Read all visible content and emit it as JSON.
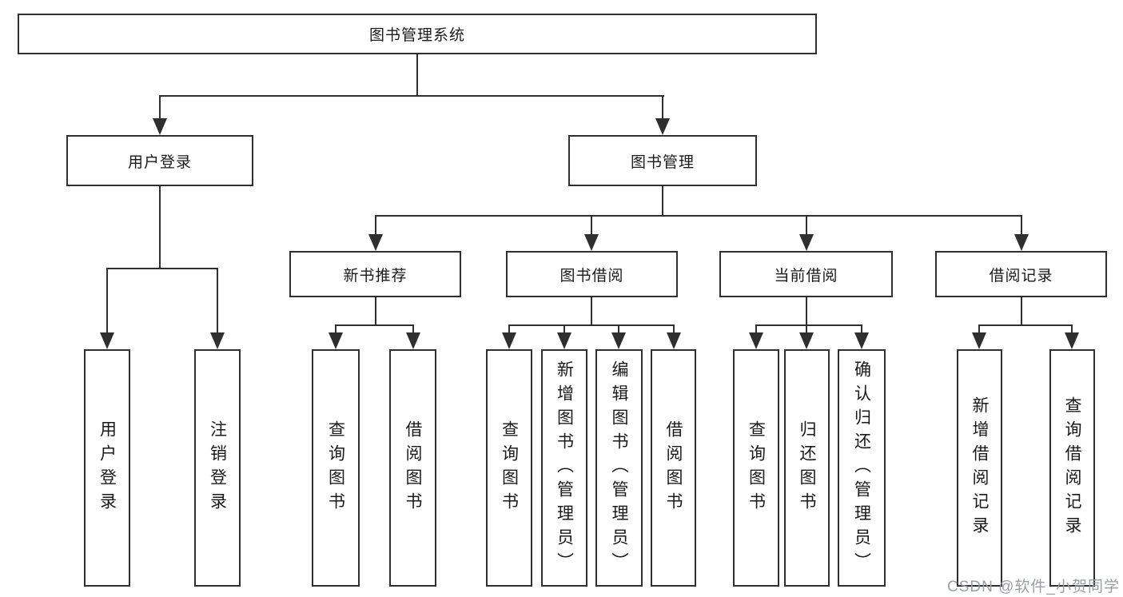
{
  "nodes": {
    "root": "图书管理系统",
    "user_login": "用户登录",
    "book_mgmt": "图书管理",
    "new_book": "新书推荐",
    "book_borrow": "图书借阅",
    "current_borrow": "当前借阅",
    "borrow_record": "借阅记录",
    "leaf_user_login": "用户登录",
    "leaf_logout": "注销登录",
    "leaf_nb_query": "查询图书",
    "leaf_nb_borrow": "借阅图书",
    "leaf_bb_query": "查询图书",
    "leaf_bb_add": "新增图书（管理员）",
    "leaf_bb_edit": "编辑图书（管理员）",
    "leaf_bb_borrow": "借阅图书",
    "leaf_cb_query": "查询图书",
    "leaf_cb_return": "归还图书",
    "leaf_cb_confirm": "确认归还（管理员）",
    "leaf_br_add": "新增借阅记录",
    "leaf_br_query": "查询借阅记录"
  },
  "watermark": "CSDN @软件_小贺同学",
  "colors": {
    "line": "#2f2f2f",
    "border": "#2f2f2f",
    "text": "#1a1a1a",
    "watermark": "#9a9ea5",
    "background": "#ffffff"
  }
}
